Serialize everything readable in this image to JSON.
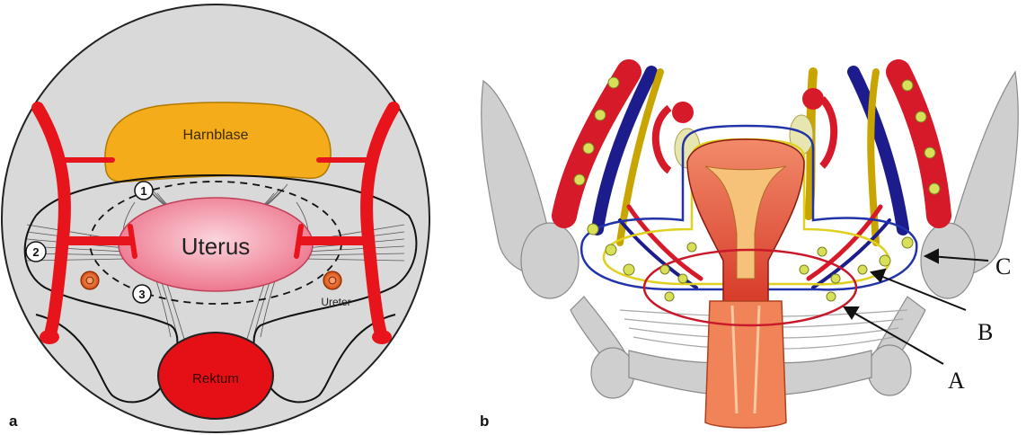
{
  "panel_a": {
    "letter": "a",
    "labels": {
      "bladder": "Harnblase",
      "uterus": "Uterus",
      "rectum": "Rektum",
      "ureter": "Ureter"
    },
    "markers": [
      "1",
      "2",
      "3"
    ],
    "colors": {
      "background": "#d9d9d9",
      "bladder": "#f5ac1a",
      "uterus": "#f07a92",
      "rectum": "#e50f16",
      "vessels": "#e8141c",
      "outline": "#1a1a1a"
    }
  },
  "panel_b": {
    "letter": "b",
    "callouts": [
      "A",
      "B",
      "C"
    ],
    "colors": {
      "bone": "#c9c9c9",
      "artery": "#d71a2a",
      "vein": "#1c1c8c",
      "nerve": "#c8a500",
      "uterus": "#e65a3c",
      "node": "#d8e05a",
      "outline_a": "#c8182a",
      "outline_b": "#e0d020",
      "outline_c": "#2233aa"
    }
  }
}
